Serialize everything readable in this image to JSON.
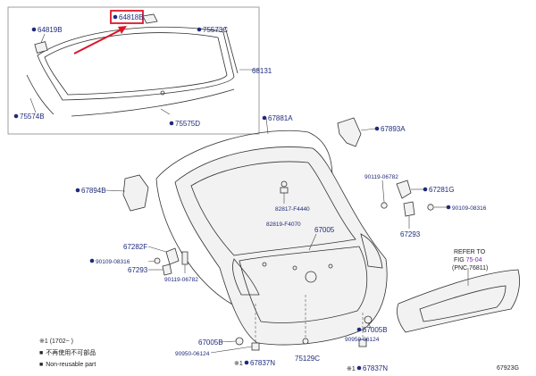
{
  "diagram": {
    "figure_code": "67923G",
    "highlight_color": "#e0142a",
    "label_color": "#1f2a7a",
    "parts": {
      "p64818B": "64818B",
      "p64819B": "64819B",
      "p75573C": "75573C",
      "p68131": "68131",
      "p75574B": "75574B",
      "p75575D": "75575D",
      "p67881A": "67881A",
      "p67893A": "67893A",
      "p90119_06782_a": "90119-06782",
      "p67281G": "67281G",
      "p90109_08316_a": "90109-08316",
      "p67894B": "67894B",
      "p82817": "82817-F4440",
      "p82819": "82819-F4070",
      "p67005": "67005",
      "p67293_a": "67293",
      "p67282F": "67282F",
      "p90109_08316_b": "90109-08316",
      "p67293_b": "67293",
      "p90119_06782_b": "90119-06782",
      "p67005B_a": "67005B",
      "p67005B_b": "67005B",
      "p90950_a": "90950-06124",
      "p90950_b": "90950-06124",
      "p67837N_a": "67837N",
      "p67837N_b": "67837N",
      "p75129C": "75129C"
    },
    "marks": {
      "star1": "※1",
      "star1b": "※1"
    },
    "refer": {
      "line1": "REFER TO",
      "fig_prefix": "FIG ",
      "fig_num": "75-04",
      "line3": "(PNC 76811)"
    },
    "legend": {
      "line1": "※1 (1702~    )",
      "line2_mark": "■",
      "line2_text": "不再使用不可部品",
      "line3_mark": "■",
      "line3_text": "Non-reusable part"
    }
  }
}
